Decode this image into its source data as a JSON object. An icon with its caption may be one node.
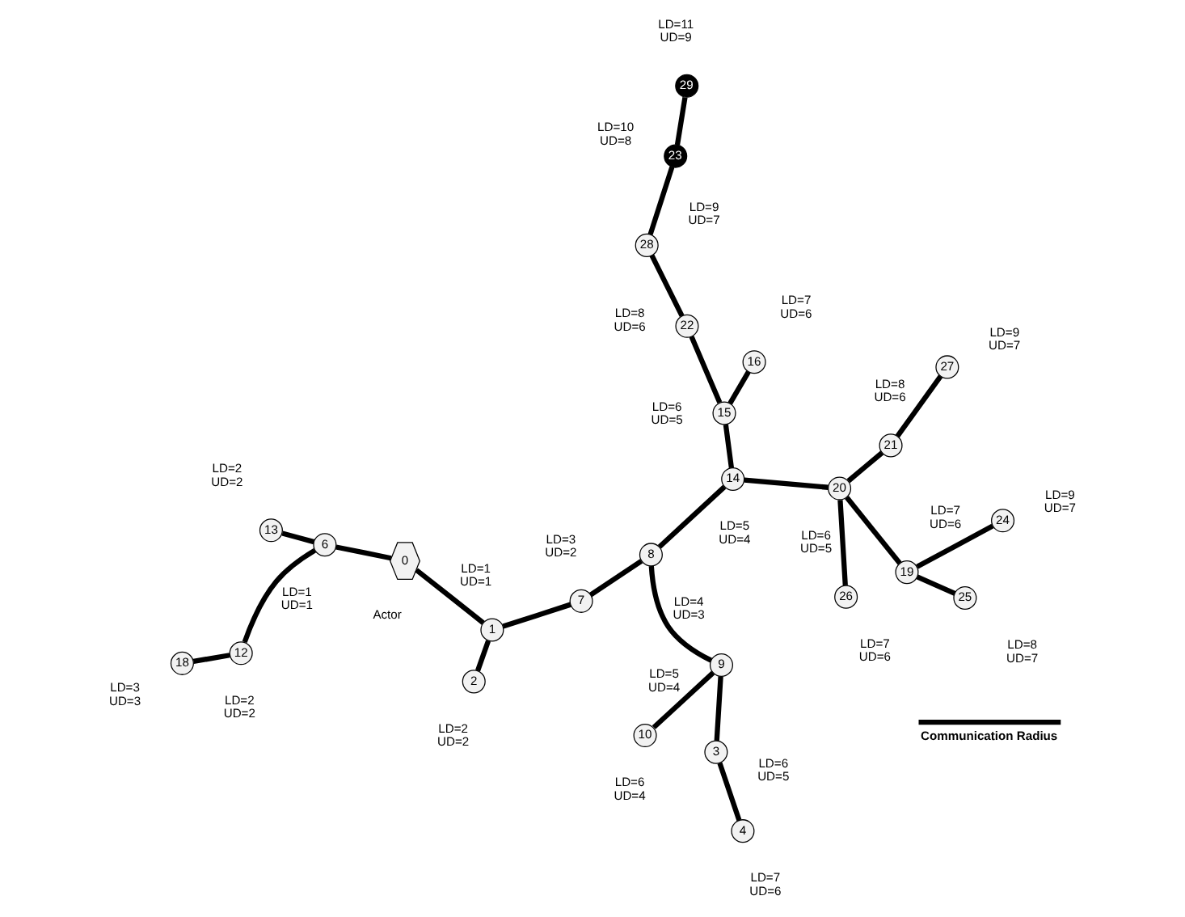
{
  "diagram": {
    "nodes": [
      {
        "text": [
          "0"
        ],
        "beside": [
          "Actor"
        ]
      },
      {
        "text": [
          "1"
        ],
        "beside": [
          "LD=1",
          "UD=1"
        ]
      },
      {
        "text": [
          "2"
        ],
        "beside": [
          "LD=2",
          "UD=2"
        ]
      },
      {
        "text": [
          "3"
        ],
        "beside": [
          "LD=6",
          "UD=5"
        ]
      },
      {
        "text": [
          "4"
        ],
        "beside": [
          "LD=7",
          "UD=6"
        ]
      },
      {
        "text": [
          "6"
        ],
        "beside": [
          "LD=1",
          "UD=1"
        ]
      },
      {
        "text": [
          "7"
        ],
        "beside": [
          "LD=3",
          "UD=2"
        ]
      },
      {
        "text": [
          "8"
        ],
        "beside": [
          "LD=4",
          "UD=3"
        ]
      },
      {
        "text": [
          "9"
        ],
        "beside": [
          "LD=5",
          "UD=4"
        ]
      },
      {
        "text": [
          "10"
        ],
        "beside": [
          "LD=6",
          "UD=4"
        ]
      },
      {
        "text": [
          "12"
        ],
        "beside": [
          "LD=2",
          "UD=2"
        ]
      },
      {
        "text": [
          "13"
        ],
        "beside": [
          "LD=2",
          "UD=2"
        ]
      },
      {
        "text": [
          "14"
        ],
        "beside": [
          "LD=5",
          "UD=4"
        ]
      },
      {
        "text": [
          "15"
        ],
        "beside": [
          "LD=6",
          "UD=5"
        ]
      },
      {
        "text": [
          "16"
        ],
        "beside": [
          "LD=7",
          "UD=6"
        ]
      },
      {
        "text": [
          "18"
        ],
        "beside": [
          "LD=3",
          "UD=3"
        ]
      },
      {
        "text": [
          "19"
        ],
        "beside": [
          "LD=7",
          "UD=6"
        ]
      },
      {
        "text": [
          "20"
        ],
        "beside": [
          "LD=6",
          "UD=5"
        ]
      },
      {
        "text": [
          "21"
        ],
        "beside": [
          "LD=8",
          "UD=6"
        ]
      },
      {
        "text": [
          "22"
        ],
        "beside": [
          "LD=8",
          "UD=6"
        ]
      },
      {
        "text": [
          "23"
        ],
        "beside": [
          "LD=10",
          "UD=8"
        ]
      },
      {
        "text": [
          "24"
        ],
        "beside": [
          "LD=9",
          "UD=7"
        ]
      },
      {
        "text": [
          "25"
        ],
        "beside": [
          "LD=8",
          "UD=7"
        ]
      },
      {
        "text": [
          "26"
        ],
        "beside": [
          "LD=7",
          "UD=6"
        ]
      },
      {
        "text": [
          "27"
        ],
        "beside": [
          "LD=9",
          "UD=7"
        ]
      },
      {
        "text": [
          "28"
        ],
        "beside": [
          "LD=9",
          "UD=7"
        ]
      },
      {
        "text": [
          "29"
        ],
        "beside": [
          "LD=11",
          "UD=9"
        ]
      }
    ],
    "edges": [
      {
        "from": 0,
        "to": 5,
        "arrow": "none"
      },
      {
        "from": 0,
        "to": 1,
        "arrow": "none"
      },
      {
        "from": 1,
        "to": 6,
        "arrow": "none"
      },
      {
        "from": 1,
        "to": 2,
        "arrow": "none"
      },
      {
        "from": 5,
        "to": 10,
        "arrow": "none"
      },
      {
        "from": 5,
        "to": 11,
        "arrow": "none"
      },
      {
        "from": 10,
        "to": 15,
        "arrow": "none"
      },
      {
        "from": 6,
        "to": 7,
        "arrow": "none"
      },
      {
        "from": 7,
        "to": 12,
        "arrow": "none"
      },
      {
        "from": 7,
        "to": 8,
        "arrow": "none"
      },
      {
        "from": 8,
        "to": 9,
        "arrow": "none"
      },
      {
        "from": 8,
        "to": 3,
        "arrow": "none"
      },
      {
        "from": 3,
        "to": 4,
        "arrow": "none"
      },
      {
        "from": 12,
        "to": 17,
        "arrow": "none"
      },
      {
        "from": 12,
        "to": 13,
        "arrow": "none"
      },
      {
        "from": 13,
        "to": 14,
        "arrow": "none"
      },
      {
        "from": 13,
        "to": 19,
        "arrow": "none"
      },
      {
        "from": 19,
        "to": 25,
        "arrow": "none"
      },
      {
        "from": 25,
        "to": 20,
        "arrow": "none"
      },
      {
        "from": 20,
        "to": 26,
        "arrow": "none"
      },
      {
        "from": 17,
        "to": 16,
        "arrow": "none"
      },
      {
        "from": 17,
        "to": 23,
        "arrow": "none"
      },
      {
        "from": 17,
        "to": 18,
        "arrow": "none"
      },
      {
        "from": 18,
        "to": 24,
        "arrow": "none"
      },
      {
        "from": 16,
        "to": 21,
        "arrow": "none"
      },
      {
        "from": 16,
        "to": 22,
        "arrow": "none"
      }
    ],
    "legend": [
      {
        "text": "Communication Radius"
      }
    ]
  }
}
